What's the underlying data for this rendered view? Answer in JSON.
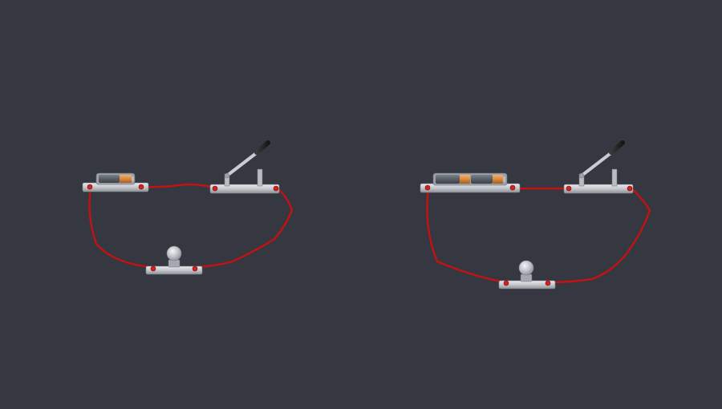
{
  "colors": {
    "background": "#353841",
    "wire": "#c41212",
    "terminal": "#d42020",
    "battery_body": "#5a6068",
    "battery_band": "#d98a3e",
    "metal": "#c8cbd0",
    "knife_handle": "#2b2b2b"
  },
  "circuits": [
    {
      "id": "left",
      "batteries": 1,
      "switch_state": "open",
      "components": [
        "battery",
        "knife-switch",
        "light-bulb"
      ]
    },
    {
      "id": "right",
      "batteries": 2,
      "switch_state": "open",
      "components": [
        "battery",
        "battery",
        "knife-switch",
        "light-bulb"
      ]
    }
  ]
}
